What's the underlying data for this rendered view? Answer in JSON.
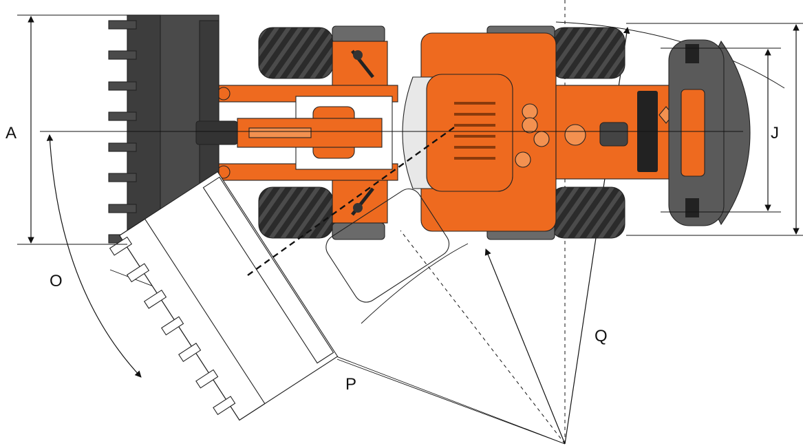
{
  "labels": {
    "A": "A",
    "J": "J",
    "O": "O",
    "P": "P",
    "Q": "Q"
  },
  "colors": {
    "machine_orange": "#ee6a1f",
    "machine_orange_light": "#f39150",
    "bucket_dark": "#4a4a4a",
    "tire": "#2b2b2b",
    "counterweight": "#5a5a5a",
    "line": "#111111"
  }
}
